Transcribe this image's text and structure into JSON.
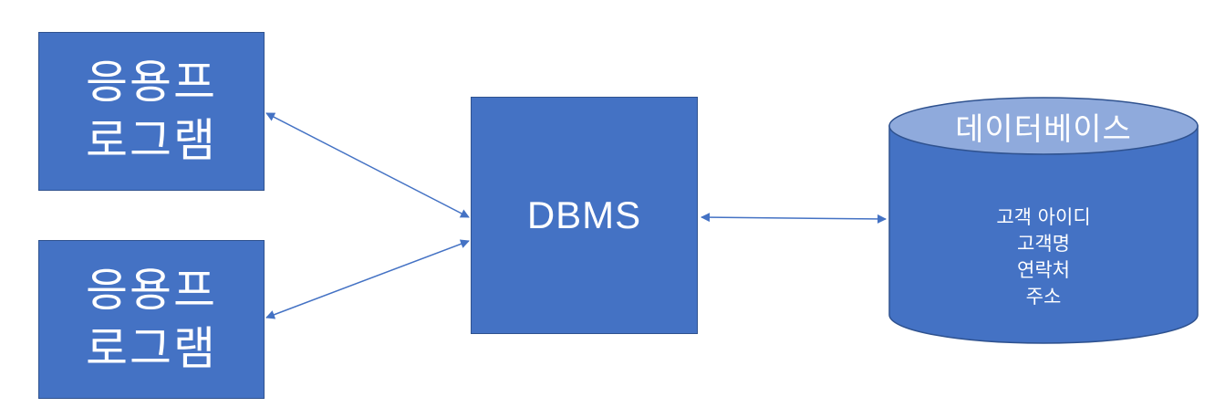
{
  "applications": [
    {
      "label": "응용프\n로그램"
    },
    {
      "label": "응용프\n로그램"
    }
  ],
  "dbms": {
    "label": "DBMS"
  },
  "database": {
    "title": "데이터베이스",
    "fields": [
      "고객 아이디",
      "고객명",
      "연락처",
      "주소"
    ]
  },
  "colors": {
    "fill": "#4472C4",
    "stroke": "#2F528F",
    "db_top": "#8FAADC",
    "arrow": "#4472C4",
    "text": "#FFFFFF"
  }
}
